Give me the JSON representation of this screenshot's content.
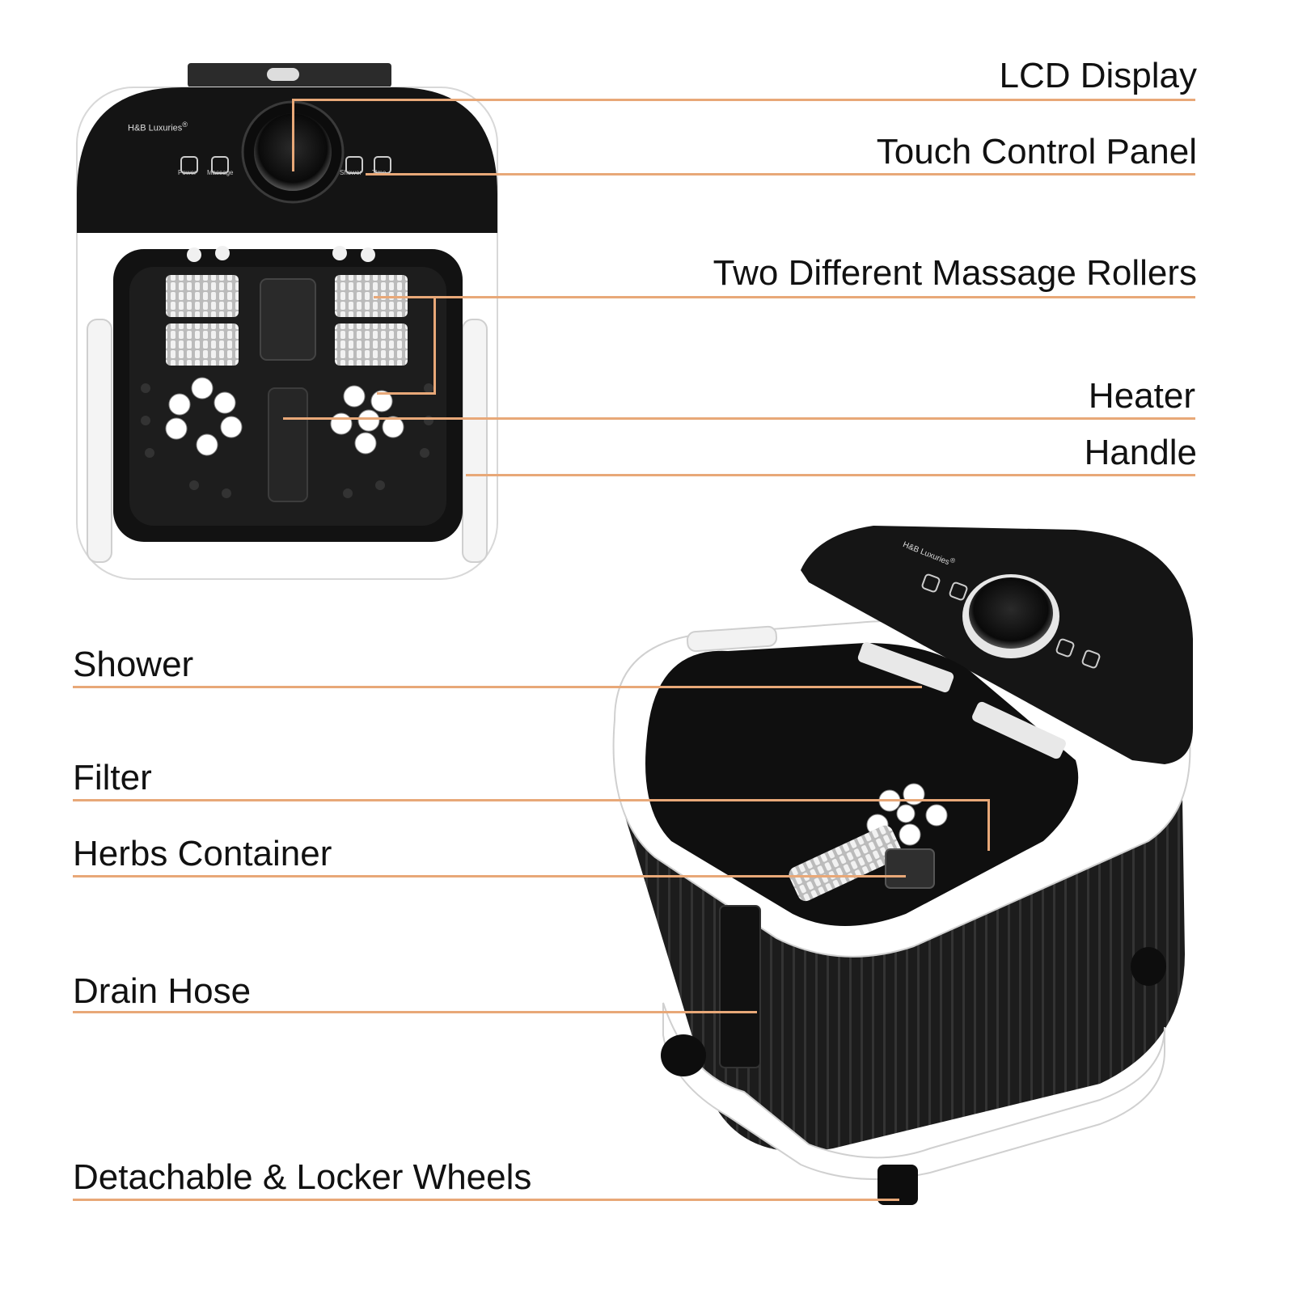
{
  "brand": "H&B Luxuries",
  "brand_mark": "®",
  "panel_buttons": {
    "power": "Power",
    "massage": "Massage",
    "shower": "Shower",
    "time": "Time"
  },
  "callouts_top": {
    "lcd_display": "LCD Display",
    "touch_control_panel": "Touch Control Panel",
    "massage_rollers": "Two Different Massage Rollers",
    "heater": "Heater",
    "handle": "Handle"
  },
  "callouts_bottom": {
    "shower": "Shower",
    "filter": "Filter",
    "herbs_container": "Herbs Container",
    "drain_hose": "Drain Hose",
    "wheels": "Detachable & Locker Wheels"
  },
  "colors": {
    "leader": "#e8a878",
    "body_black": "#151515",
    "body_white": "#ffffff"
  }
}
